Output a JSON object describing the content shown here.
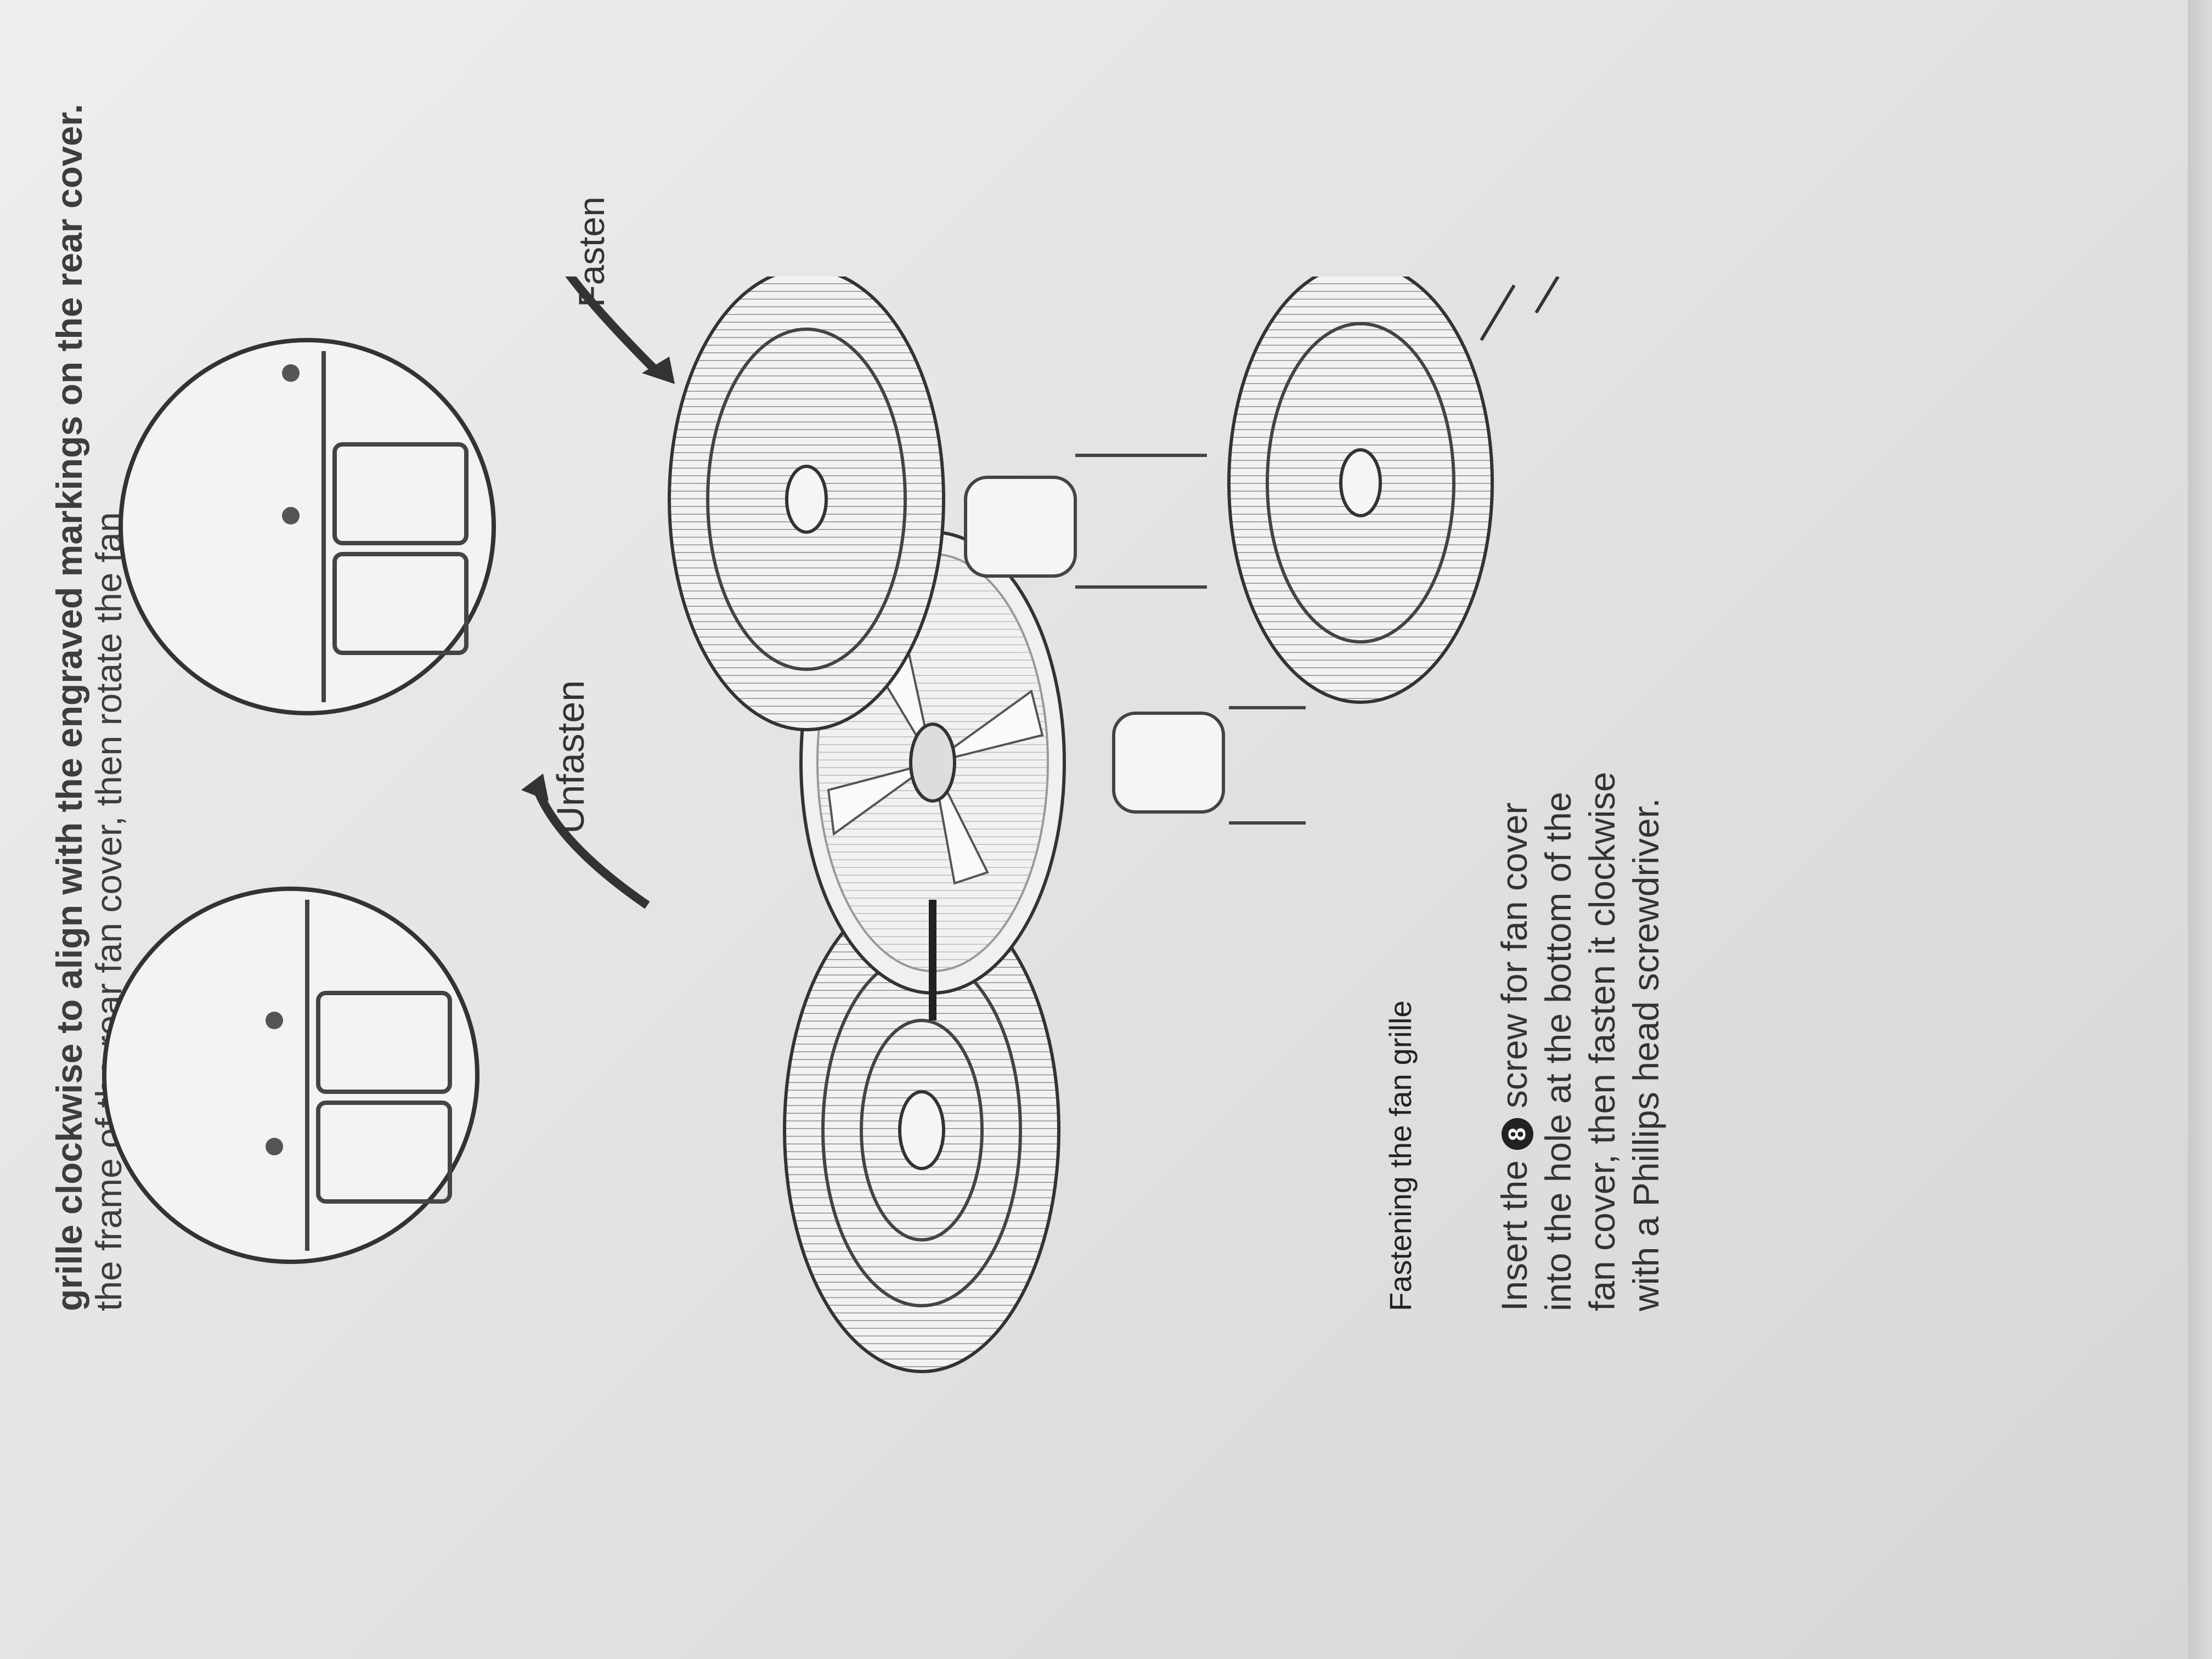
{
  "header": {
    "line1": "...the frame of the rear fan cover, then rotate the fan",
    "line2": "grille clockwise to align with the engraved markings on the rear cover.",
    "line3": "the frame of the rear fan cover, then rotate the fan"
  },
  "figures": {
    "unfasten_label": "Unfasten",
    "fasten_label": "Fasten"
  },
  "section": {
    "title": "Fastening the fan grille",
    "badge": "8",
    "line1_pre": "Insert the",
    "line1_post": "screw for fan cover",
    "line2": "into the hole at the bottom of the",
    "line3": "fan cover, then fasten it clockwise",
    "line4": "with a Phillips head screwdriver."
  }
}
